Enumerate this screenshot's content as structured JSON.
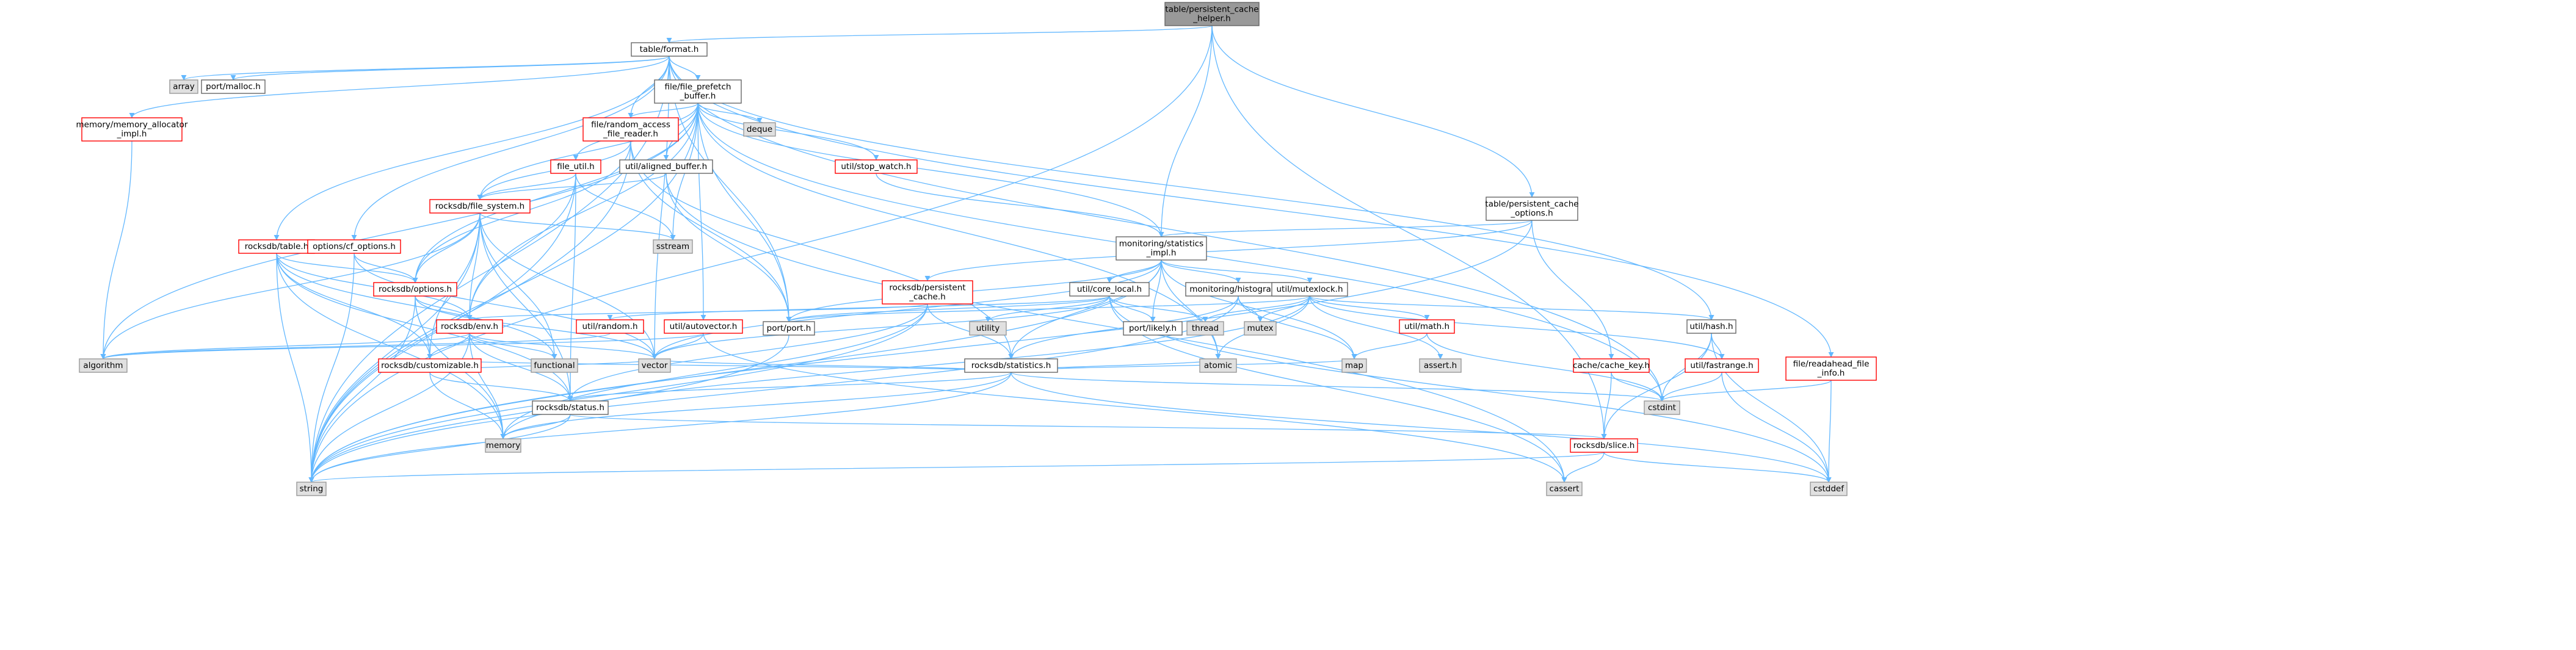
{
  "colors": {
    "root_fill": "#999999",
    "root_border": "#666666",
    "normal_fill": "#ffffff",
    "normal_border": "#666666",
    "red_border": "#ff0000",
    "system_fill": "#e0e0e0",
    "system_border": "#999999",
    "edge": "#63b8ff"
  },
  "nodes": [
    {
      "id": "root",
      "lines": [
        "table/persistent_cache",
        "_helper.h"
      ],
      "style": "root"
    },
    {
      "id": "format",
      "lines": [
        "table/format.h"
      ],
      "style": "normal"
    },
    {
      "id": "pco",
      "lines": [
        "table/persistent_cache",
        "_options.h"
      ],
      "style": "normal"
    },
    {
      "id": "array",
      "lines": [
        "array"
      ],
      "style": "system"
    },
    {
      "id": "malloc",
      "lines": [
        "port/malloc.h"
      ],
      "style": "normal"
    },
    {
      "id": "ffb",
      "lines": [
        "file/file_prefetch",
        "_buffer.h"
      ],
      "style": "normal"
    },
    {
      "id": "mai",
      "lines": [
        "memory/memory_allocator",
        "_impl.h"
      ],
      "style": "red"
    },
    {
      "id": "deque",
      "lines": [
        "deque"
      ],
      "style": "system"
    },
    {
      "id": "rafr",
      "lines": [
        "file/random_access",
        "_file_reader.h"
      ],
      "style": "red"
    },
    {
      "id": "stopwatch",
      "lines": [
        "util/stop_watch.h"
      ],
      "style": "red"
    },
    {
      "id": "fileutil",
      "lines": [
        "file_util.h"
      ],
      "style": "red"
    },
    {
      "id": "aligned",
      "lines": [
        "util/aligned_buffer.h"
      ],
      "style": "normal"
    },
    {
      "id": "fs",
      "lines": [
        "rocksdb/file_system.h"
      ],
      "style": "red"
    },
    {
      "id": "sstream",
      "lines": [
        "sstream"
      ],
      "style": "system"
    },
    {
      "id": "rtable",
      "lines": [
        "rocksdb/table.h"
      ],
      "style": "red"
    },
    {
      "id": "cfopt",
      "lines": [
        "options/cf_options.h"
      ],
      "style": "red"
    },
    {
      "id": "ropt",
      "lines": [
        "rocksdb/options.h"
      ],
      "style": "red"
    },
    {
      "id": "env",
      "lines": [
        "rocksdb/env.h"
      ],
      "style": "red"
    },
    {
      "id": "msi",
      "lines": [
        "monitoring/statistics",
        "_impl.h"
      ],
      "style": "normal"
    },
    {
      "id": "rpc",
      "lines": [
        "rocksdb/persistent",
        "_cache.h"
      ],
      "style": "red"
    },
    {
      "id": "corelocal",
      "lines": [
        "util/core_local.h"
      ],
      "style": "normal"
    },
    {
      "id": "histogram",
      "lines": [
        "monitoring/histogram.h"
      ],
      "style": "normal"
    },
    {
      "id": "mutexlock",
      "lines": [
        "util/mutexlock.h"
      ],
      "style": "normal"
    },
    {
      "id": "random",
      "lines": [
        "util/random.h"
      ],
      "style": "red"
    },
    {
      "id": "autovector",
      "lines": [
        "util/autovector.h"
      ],
      "style": "red"
    },
    {
      "id": "port",
      "lines": [
        "port/port.h"
      ],
      "style": "normal"
    },
    {
      "id": "utility",
      "lines": [
        "utility"
      ],
      "style": "system"
    },
    {
      "id": "likely",
      "lines": [
        "port/likely.h"
      ],
      "style": "normal"
    },
    {
      "id": "thread",
      "lines": [
        "thread"
      ],
      "style": "system"
    },
    {
      "id": "mutex",
      "lines": [
        "mutex"
      ],
      "style": "system"
    },
    {
      "id": "math",
      "lines": [
        "util/math.h"
      ],
      "style": "red"
    },
    {
      "id": "hash",
      "lines": [
        "util/hash.h"
      ],
      "style": "normal"
    },
    {
      "id": "stats",
      "lines": [
        "rocksdb/statistics.h"
      ],
      "style": "normal"
    },
    {
      "id": "algorithm",
      "lines": [
        "algorithm"
      ],
      "style": "system"
    },
    {
      "id": "custom",
      "lines": [
        "rocksdb/customizable.h"
      ],
      "style": "red"
    },
    {
      "id": "functional",
      "lines": [
        "functional"
      ],
      "style": "system"
    },
    {
      "id": "vector",
      "lines": [
        "vector"
      ],
      "style": "system"
    },
    {
      "id": "atomic",
      "lines": [
        "atomic"
      ],
      "style": "system"
    },
    {
      "id": "map",
      "lines": [
        "map"
      ],
      "style": "system"
    },
    {
      "id": "asserth",
      "lines": [
        "assert.h"
      ],
      "style": "system"
    },
    {
      "id": "cachekey",
      "lines": [
        "cache/cache_key.h"
      ],
      "style": "red"
    },
    {
      "id": "fastrange",
      "lines": [
        "util/fastrange.h"
      ],
      "style": "red"
    },
    {
      "id": "rainfo",
      "lines": [
        "file/readahead_file",
        "_info.h"
      ],
      "style": "red"
    },
    {
      "id": "status",
      "lines": [
        "rocksdb/status.h"
      ],
      "style": "normal"
    },
    {
      "id": "cstdint",
      "lines": [
        "cstdint"
      ],
      "style": "system"
    },
    {
      "id": "memory",
      "lines": [
        "memory"
      ],
      "style": "system"
    },
    {
      "id": "slice",
      "lines": [
        "rocksdb/slice.h"
      ],
      "style": "red"
    },
    {
      "id": "string",
      "lines": [
        "string"
      ],
      "style": "system"
    },
    {
      "id": "cassert",
      "lines": [
        "cassert"
      ],
      "style": "system"
    },
    {
      "id": "cstddef",
      "lines": [
        "cstddef"
      ],
      "style": "system"
    }
  ],
  "edges": [
    [
      "root",
      "format"
    ],
    [
      "root",
      "pco"
    ],
    [
      "root",
      "msi"
    ],
    [
      "root",
      "string"
    ],
    [
      "root",
      "slice"
    ],
    [
      "format",
      "array"
    ],
    [
      "format",
      "malloc"
    ],
    [
      "format",
      "ffb"
    ],
    [
      "format",
      "mai"
    ],
    [
      "format",
      "rafr"
    ],
    [
      "format",
      "cfopt"
    ],
    [
      "format",
      "rtable"
    ],
    [
      "format",
      "hash"
    ],
    [
      "format",
      "cstdint"
    ],
    [
      "format",
      "string"
    ],
    [
      "format",
      "port"
    ],
    [
      "format",
      "vector"
    ],
    [
      "format",
      "rainfo"
    ],
    [
      "ffb",
      "deque"
    ],
    [
      "ffb",
      "rafr"
    ],
    [
      "ffb",
      "stopwatch"
    ],
    [
      "ffb",
      "fileutil"
    ],
    [
      "ffb",
      "aligned"
    ],
    [
      "ffb",
      "fs"
    ],
    [
      "ffb",
      "ropt"
    ],
    [
      "ffb",
      "env"
    ],
    [
      "ffb",
      "msi"
    ],
    [
      "ffb",
      "autovector"
    ],
    [
      "ffb",
      "port"
    ],
    [
      "ffb",
      "sstream"
    ],
    [
      "ffb",
      "algorithm"
    ],
    [
      "ffb",
      "string"
    ],
    [
      "ffb",
      "atomic"
    ],
    [
      "ffb",
      "cstdint"
    ],
    [
      "mai",
      "algorithm"
    ],
    [
      "rafr",
      "fs"
    ],
    [
      "rafr",
      "ropt"
    ],
    [
      "rafr",
      "port"
    ],
    [
      "rafr",
      "string"
    ],
    [
      "rafr",
      "stats"
    ],
    [
      "stopwatch",
      "msi"
    ],
    [
      "fileutil",
      "fs"
    ],
    [
      "fileutil",
      "env"
    ],
    [
      "fileutil",
      "status"
    ],
    [
      "fileutil",
      "sstream"
    ],
    [
      "fileutil",
      "string"
    ],
    [
      "aligned",
      "port"
    ],
    [
      "aligned",
      "fs"
    ],
    [
      "aligned",
      "cassert"
    ],
    [
      "fs",
      "ropt"
    ],
    [
      "fs",
      "env"
    ],
    [
      "fs",
      "custom"
    ],
    [
      "fs",
      "functional"
    ],
    [
      "fs",
      "vector"
    ],
    [
      "fs",
      "sstream"
    ],
    [
      "fs",
      "string"
    ],
    [
      "fs",
      "algorithm"
    ],
    [
      "fs",
      "status"
    ],
    [
      "rtable",
      "ropt"
    ],
    [
      "rtable",
      "custom"
    ],
    [
      "rtable",
      "env"
    ],
    [
      "rtable",
      "status"
    ],
    [
      "rtable",
      "string"
    ],
    [
      "rtable",
      "memory"
    ],
    [
      "rtable",
      "functional"
    ],
    [
      "cfopt",
      "ropt"
    ],
    [
      "cfopt",
      "vector"
    ],
    [
      "cfopt",
      "string"
    ],
    [
      "ropt",
      "env"
    ],
    [
      "ropt",
      "custom"
    ],
    [
      "ropt",
      "memory"
    ],
    [
      "ropt",
      "vector"
    ],
    [
      "ropt",
      "string"
    ],
    [
      "env",
      "custom"
    ],
    [
      "env",
      "status"
    ],
    [
      "env",
      "memory"
    ],
    [
      "env",
      "string"
    ],
    [
      "env",
      "vector"
    ],
    [
      "env",
      "functional"
    ],
    [
      "env",
      "algorithm"
    ],
    [
      "pco",
      "msi"
    ],
    [
      "pco",
      "rpc"
    ],
    [
      "pco",
      "cachekey"
    ],
    [
      "pco",
      "string"
    ],
    [
      "msi",
      "corelocal"
    ],
    [
      "msi",
      "histogram"
    ],
    [
      "msi",
      "mutexlock"
    ],
    [
      "msi",
      "stats"
    ],
    [
      "msi",
      "port"
    ],
    [
      "msi",
      "likely"
    ],
    [
      "msi",
      "atomic"
    ],
    [
      "msi",
      "map"
    ],
    [
      "msi",
      "string"
    ],
    [
      "msi",
      "vector"
    ],
    [
      "rpc",
      "stats"
    ],
    [
      "rpc",
      "env"
    ],
    [
      "rpc",
      "status"
    ],
    [
      "rpc",
      "memory"
    ],
    [
      "rpc",
      "string"
    ],
    [
      "corelocal",
      "random"
    ],
    [
      "corelocal",
      "port"
    ],
    [
      "corelocal",
      "likely"
    ],
    [
      "corelocal",
      "utility"
    ],
    [
      "corelocal",
      "thread"
    ],
    [
      "corelocal",
      "vector"
    ],
    [
      "corelocal",
      "cassert"
    ],
    [
      "corelocal",
      "cstddef"
    ],
    [
      "histogram",
      "stats"
    ],
    [
      "histogram",
      "mutex"
    ],
    [
      "histogram",
      "map"
    ],
    [
      "histogram",
      "string"
    ],
    [
      "mutexlock",
      "port"
    ],
    [
      "mutexlock",
      "mutex"
    ],
    [
      "mutexlock",
      "thread"
    ],
    [
      "mutexlock",
      "atomic"
    ],
    [
      "mutexlock",
      "memory"
    ],
    [
      "mutexlock",
      "hash"
    ],
    [
      "mutexlock",
      "fastrange"
    ],
    [
      "mutexlock",
      "math"
    ],
    [
      "mutexlock",
      "asserth"
    ],
    [
      "random",
      "algorithm"
    ],
    [
      "autovector",
      "vector"
    ],
    [
      "autovector",
      "algorithm"
    ],
    [
      "autovector",
      "cassert"
    ],
    [
      "port",
      "string"
    ],
    [
      "math",
      "assert.h"
    ],
    [
      "math",
      "cstdint"
    ],
    [
      "math",
      "map"
    ],
    [
      "hash",
      "cstdint"
    ],
    [
      "hash",
      "cstddef"
    ],
    [
      "hash",
      "fastrange"
    ],
    [
      "hash",
      "slice"
    ],
    [
      "stats",
      "atomic"
    ],
    [
      "stats",
      "cstddef"
    ],
    [
      "stats",
      "cstdint"
    ],
    [
      "stats",
      "map"
    ],
    [
      "stats",
      "memory"
    ],
    [
      "stats",
      "string"
    ],
    [
      "stats",
      "vector"
    ],
    [
      "stats",
      "custom"
    ],
    [
      "stats",
      "status"
    ],
    [
      "custom",
      "status"
    ],
    [
      "custom",
      "vector"
    ],
    [
      "custom",
      "memory"
    ],
    [
      "cachekey",
      "cstdint"
    ],
    [
      "cachekey",
      "slice"
    ],
    [
      "fastrange",
      "cstdint"
    ],
    [
      "fastrange",
      "cstddef"
    ],
    [
      "rainfo",
      "cstddef"
    ],
    [
      "rainfo",
      "cstdint"
    ],
    [
      "status",
      "memory"
    ],
    [
      "status",
      "string"
    ],
    [
      "status",
      "slice"
    ],
    [
      "slice",
      "string"
    ],
    [
      "slice",
      "cassert"
    ],
    [
      "slice",
      "cstddef"
    ]
  ]
}
